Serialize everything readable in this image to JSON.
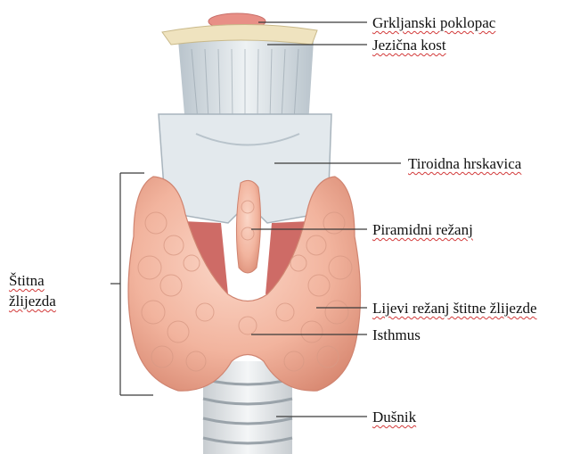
{
  "labels": {
    "epiglottis": "Grkljanski poklopac",
    "hyoid": "Jezična kost",
    "thyroid_cartilage": "Tiroidna hrskavica",
    "pyramidal_lobe": "Piramidni režanj",
    "left_lobe": "Lijevi režanj štitne žlijezde",
    "isthmus": "Isthmus",
    "trachea": "Dušnik",
    "gland_line1": "Štitna",
    "gland_line2": "žlijezda"
  },
  "colors": {
    "leader_line": "#3a3a3a",
    "gland_tissue": "#f2b49e",
    "gland_shadow": "#d98a73",
    "cartilage": "#dfe6ea",
    "cartilage_shadow": "#aab6bf",
    "hyoid_bone": "#efe3bf",
    "epiglottis": "#e88f86",
    "muscle": "#c95b55",
    "spellcheck_underline": "#d23a3a"
  }
}
